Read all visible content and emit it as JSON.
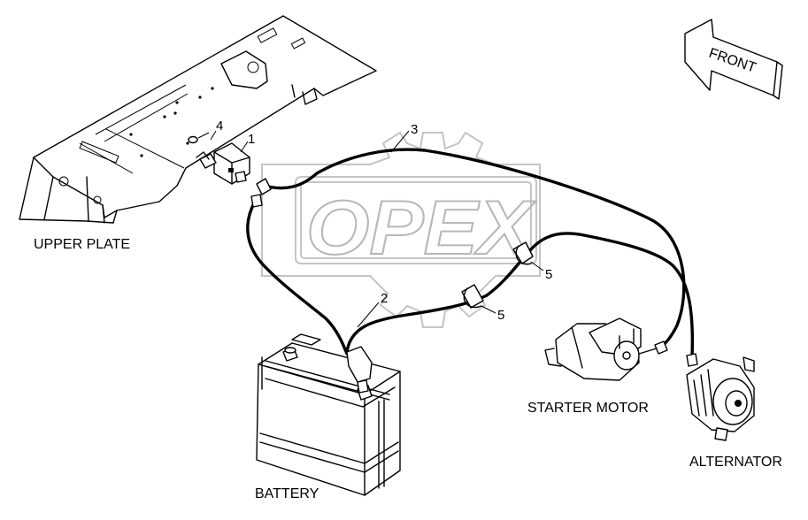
{
  "watermark": {
    "text": "OPEX"
  },
  "labels": {
    "upper_plate": "UPPER PLATE",
    "battery": "BATTERY",
    "starter_motor": "STARTER MOTOR",
    "alternator": "ALTERNATOR",
    "front": "FRONT"
  },
  "callouts": {
    "c1": "1",
    "c2": "2",
    "c3": "3",
    "c4": "4",
    "c5a": "5",
    "c5b": "5"
  }
}
